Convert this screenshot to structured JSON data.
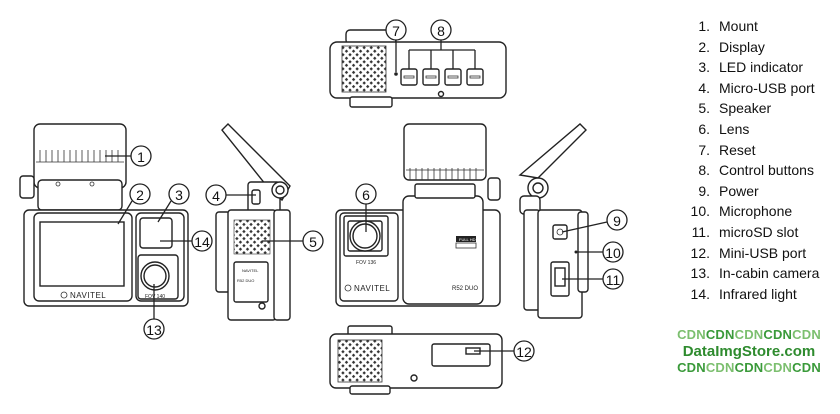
{
  "callouts": {
    "c1": "1",
    "c2": "2",
    "c3": "3",
    "c4": "4",
    "c5": "5",
    "c6": "6",
    "c7": "7",
    "c8": "8",
    "c9": "9",
    "c10": "10",
    "c11": "11",
    "c12": "12",
    "c13": "13",
    "c14": "14"
  },
  "device_text": {
    "brand": "NAVITEL",
    "model": "R52 DUO",
    "badge": "FULL HD",
    "fov_front": "FOV 136",
    "fov_cabin": "FOV 140"
  },
  "legend": [
    {
      "num": "1.",
      "label": "Mount"
    },
    {
      "num": "2.",
      "label": "Display"
    },
    {
      "num": "3.",
      "label": "LED indicator"
    },
    {
      "num": "4.",
      "label": "Micro-USB port"
    },
    {
      "num": "5.",
      "label": "Speaker"
    },
    {
      "num": "6.",
      "label": "Lens"
    },
    {
      "num": "7.",
      "label": "Reset"
    },
    {
      "num": "8.",
      "label": "Control buttons"
    },
    {
      "num": "9.",
      "label": "Power"
    },
    {
      "num": "10.",
      "label": "Microphone"
    },
    {
      "num": "11.",
      "label": "microSD slot"
    },
    {
      "num": "12.",
      "label": "Mini-USB port"
    },
    {
      "num": "13.",
      "label": "In-cabin camera"
    },
    {
      "num": "14.",
      "label": "Infrared light"
    }
  ],
  "watermark": {
    "row1": [
      "CDN",
      "CDN",
      "CDN",
      "CDN",
      "CDN"
    ],
    "middle": "DataImgStore.com",
    "row3": [
      "CDN",
      "CDN",
      "CDN",
      "CDN",
      "CDN"
    ]
  }
}
